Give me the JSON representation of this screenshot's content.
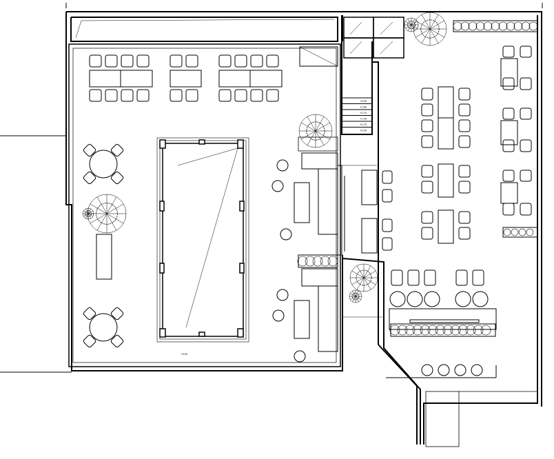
{
  "drawing": {
    "type": "architectural floor plan",
    "stair_levels": [
      "+3.50",
      "+2.80",
      "+2.10",
      "+1.40",
      "+0.70",
      "+0.00"
    ],
    "floor_level": "+3.50",
    "line_color": "#000000",
    "background": "#ffffff"
  }
}
